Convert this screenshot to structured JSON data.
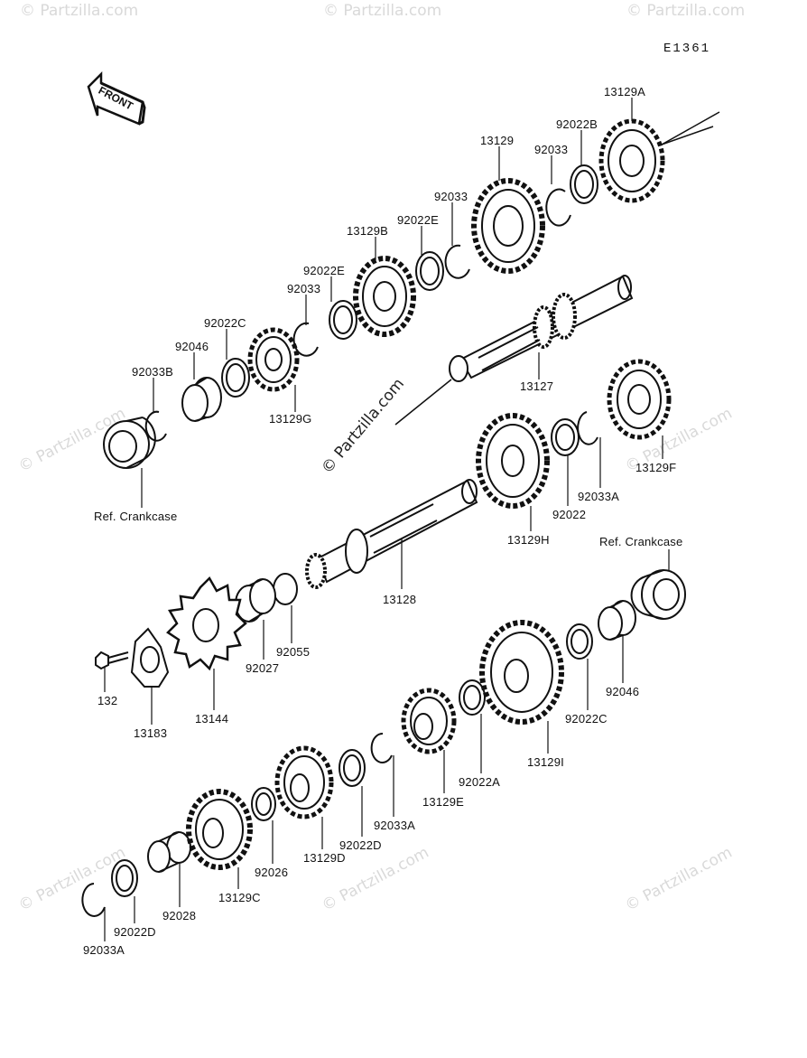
{
  "diagram": {
    "code": "E1361",
    "front_label": "FRONT",
    "watermark": "© Partzilla.com",
    "parts": [
      {
        "id": "p1",
        "label": "13129A"
      },
      {
        "id": "p2",
        "label": "92022B"
      },
      {
        "id": "p3",
        "label": "92033"
      },
      {
        "id": "p4",
        "label": "13129"
      },
      {
        "id": "p5",
        "label": "92033"
      },
      {
        "id": "p6",
        "label": "92022E"
      },
      {
        "id": "p7",
        "label": "13129B"
      },
      {
        "id": "p8",
        "label": "92022E"
      },
      {
        "id": "p9",
        "label": "92033"
      },
      {
        "id": "p10",
        "label": "92022C"
      },
      {
        "id": "p11",
        "label": "92046"
      },
      {
        "id": "p12",
        "label": "92033B"
      },
      {
        "id": "p13",
        "label": "13129G"
      },
      {
        "id": "p14",
        "label": "13127"
      },
      {
        "id": "p15",
        "label": "Ref. Crankcase"
      },
      {
        "id": "p16",
        "label": "13129F"
      },
      {
        "id": "p17",
        "label": "92033A"
      },
      {
        "id": "p18",
        "label": "92022"
      },
      {
        "id": "p19",
        "label": "13129H"
      },
      {
        "id": "p20",
        "label": "Ref. Crankcase"
      },
      {
        "id": "p21",
        "label": "13128"
      },
      {
        "id": "p22",
        "label": "92055"
      },
      {
        "id": "p23",
        "label": "92027"
      },
      {
        "id": "p24",
        "label": "132"
      },
      {
        "id": "p25",
        "label": "13183"
      },
      {
        "id": "p26",
        "label": "13144"
      },
      {
        "id": "p27",
        "label": "92046"
      },
      {
        "id": "p28",
        "label": "92022C"
      },
      {
        "id": "p29",
        "label": "13129I"
      },
      {
        "id": "p30",
        "label": "92022A"
      },
      {
        "id": "p31",
        "label": "13129E"
      },
      {
        "id": "p32",
        "label": "92033A"
      },
      {
        "id": "p33",
        "label": "92022D"
      },
      {
        "id": "p34",
        "label": "13129D"
      },
      {
        "id": "p35",
        "label": "92026"
      },
      {
        "id": "p36",
        "label": "13129C"
      },
      {
        "id": "p37",
        "label": "92028"
      },
      {
        "id": "p38",
        "label": "92022D"
      },
      {
        "id": "p39",
        "label": "92033A"
      }
    ]
  }
}
